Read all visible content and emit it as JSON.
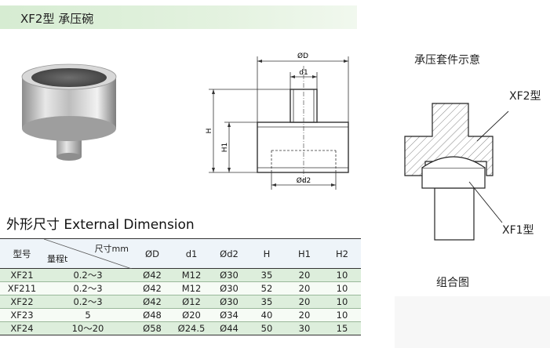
{
  "title": "XF2型  承压碗",
  "drawing": {
    "dim_D": "ØD",
    "dim_d1": "d1",
    "dim_d2": "Ød2",
    "dim_H": "H",
    "dim_H1": "H1"
  },
  "assembly": {
    "title": "承压套件示意",
    "part_upper": "XF2型",
    "part_lower": "XF1型",
    "caption": "组合图"
  },
  "table": {
    "heading": "外形尺寸 External Dimension",
    "col_model": "型号",
    "col_size": "尺寸mm",
    "col_range": "量程t",
    "columns": [
      "ØD",
      "d1",
      "Ød2",
      "H",
      "H1",
      "H2"
    ],
    "rows": [
      {
        "model": "XF21",
        "range": "0.2～3",
        "D": "Ø42",
        "d1": "M12",
        "d2": "Ø30",
        "H": "35",
        "H1": "20",
        "H2": "10"
      },
      {
        "model": "XF211",
        "range": "0.2～3",
        "D": "Ø42",
        "d1": "M12",
        "d2": "Ø30",
        "H": "52",
        "H1": "20",
        "H2": "10"
      },
      {
        "model": "XF22",
        "range": "0.2～3",
        "D": "Ø42",
        "d1": "Ø12",
        "d2": "Ø30",
        "H": "35",
        "H1": "20",
        "H2": "10"
      },
      {
        "model": "XF23",
        "range": "5",
        "D": "Ø48",
        "d1": "Ø20",
        "d2": "Ø34",
        "H": "40",
        "H1": "20",
        "H2": "10"
      },
      {
        "model": "XF24",
        "range": "10～20",
        "D": "Ø58",
        "d1": "Ø24.5",
        "d2": "Ø44",
        "H": "50",
        "H1": "30",
        "H2": "15"
      }
    ]
  }
}
